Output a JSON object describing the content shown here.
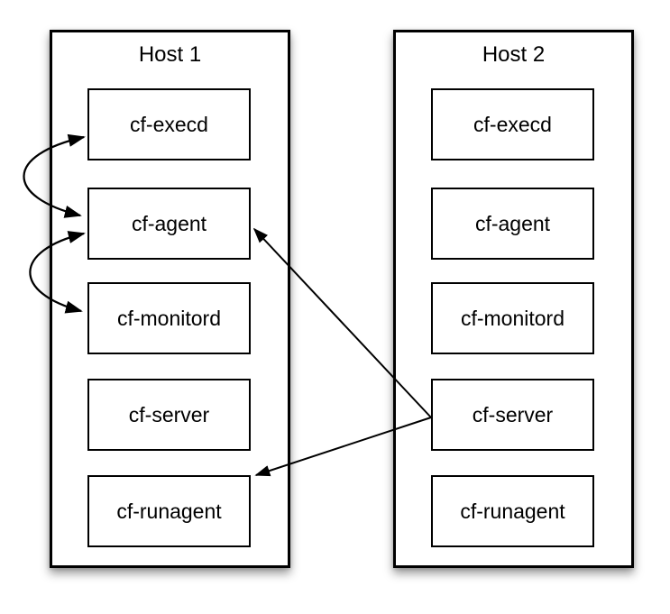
{
  "diagram": {
    "hosts": [
      {
        "title": "Host 1",
        "processes": [
          {
            "label": "cf-execd"
          },
          {
            "label": "cf-agent"
          },
          {
            "label": "cf-monitord"
          },
          {
            "label": "cf-server"
          },
          {
            "label": "cf-runagent"
          }
        ]
      },
      {
        "title": "Host 2",
        "processes": [
          {
            "label": "cf-execd"
          },
          {
            "label": "cf-agent"
          },
          {
            "label": "cf-monitord"
          },
          {
            "label": "cf-server"
          },
          {
            "label": "cf-runagent"
          }
        ]
      }
    ],
    "connections": [
      {
        "from": "Host 1 cf-execd",
        "to": "Host 1 cf-agent",
        "style": "curved",
        "arrowheads": "both-ends"
      },
      {
        "from": "Host 1 cf-agent",
        "to": "Host 1 cf-monitord",
        "style": "curved",
        "arrowheads": "both-ends"
      },
      {
        "from": "Host 2 cf-server",
        "to": "Host 1 cf-agent",
        "style": "straight",
        "arrowheads": "end"
      },
      {
        "from": "Host 2 cf-server",
        "to": "Host 1 cf-runagent",
        "style": "straight",
        "arrowheads": "end"
      }
    ],
    "colors": {
      "line": "#000000",
      "box_fill": "#ffffff",
      "background": "#ffffff"
    }
  }
}
